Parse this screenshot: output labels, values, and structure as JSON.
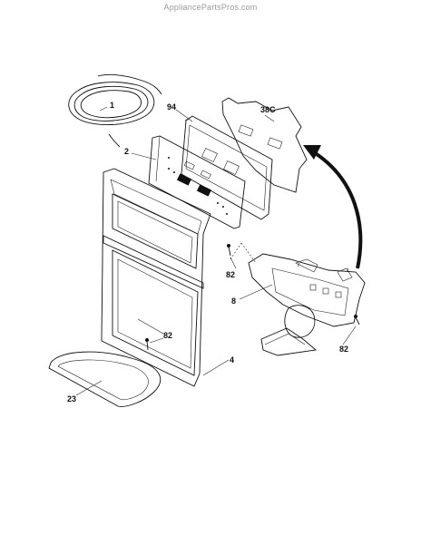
{
  "watermark": "AppliancePartsPros.com",
  "callouts": {
    "tube": "1",
    "control_board": "94",
    "insulation": "38C",
    "overlay": "2",
    "screw_upper": "82",
    "housing": "8",
    "screw_lower": "82",
    "screw_right": "82",
    "frame": "4",
    "drip_tray": "23"
  }
}
